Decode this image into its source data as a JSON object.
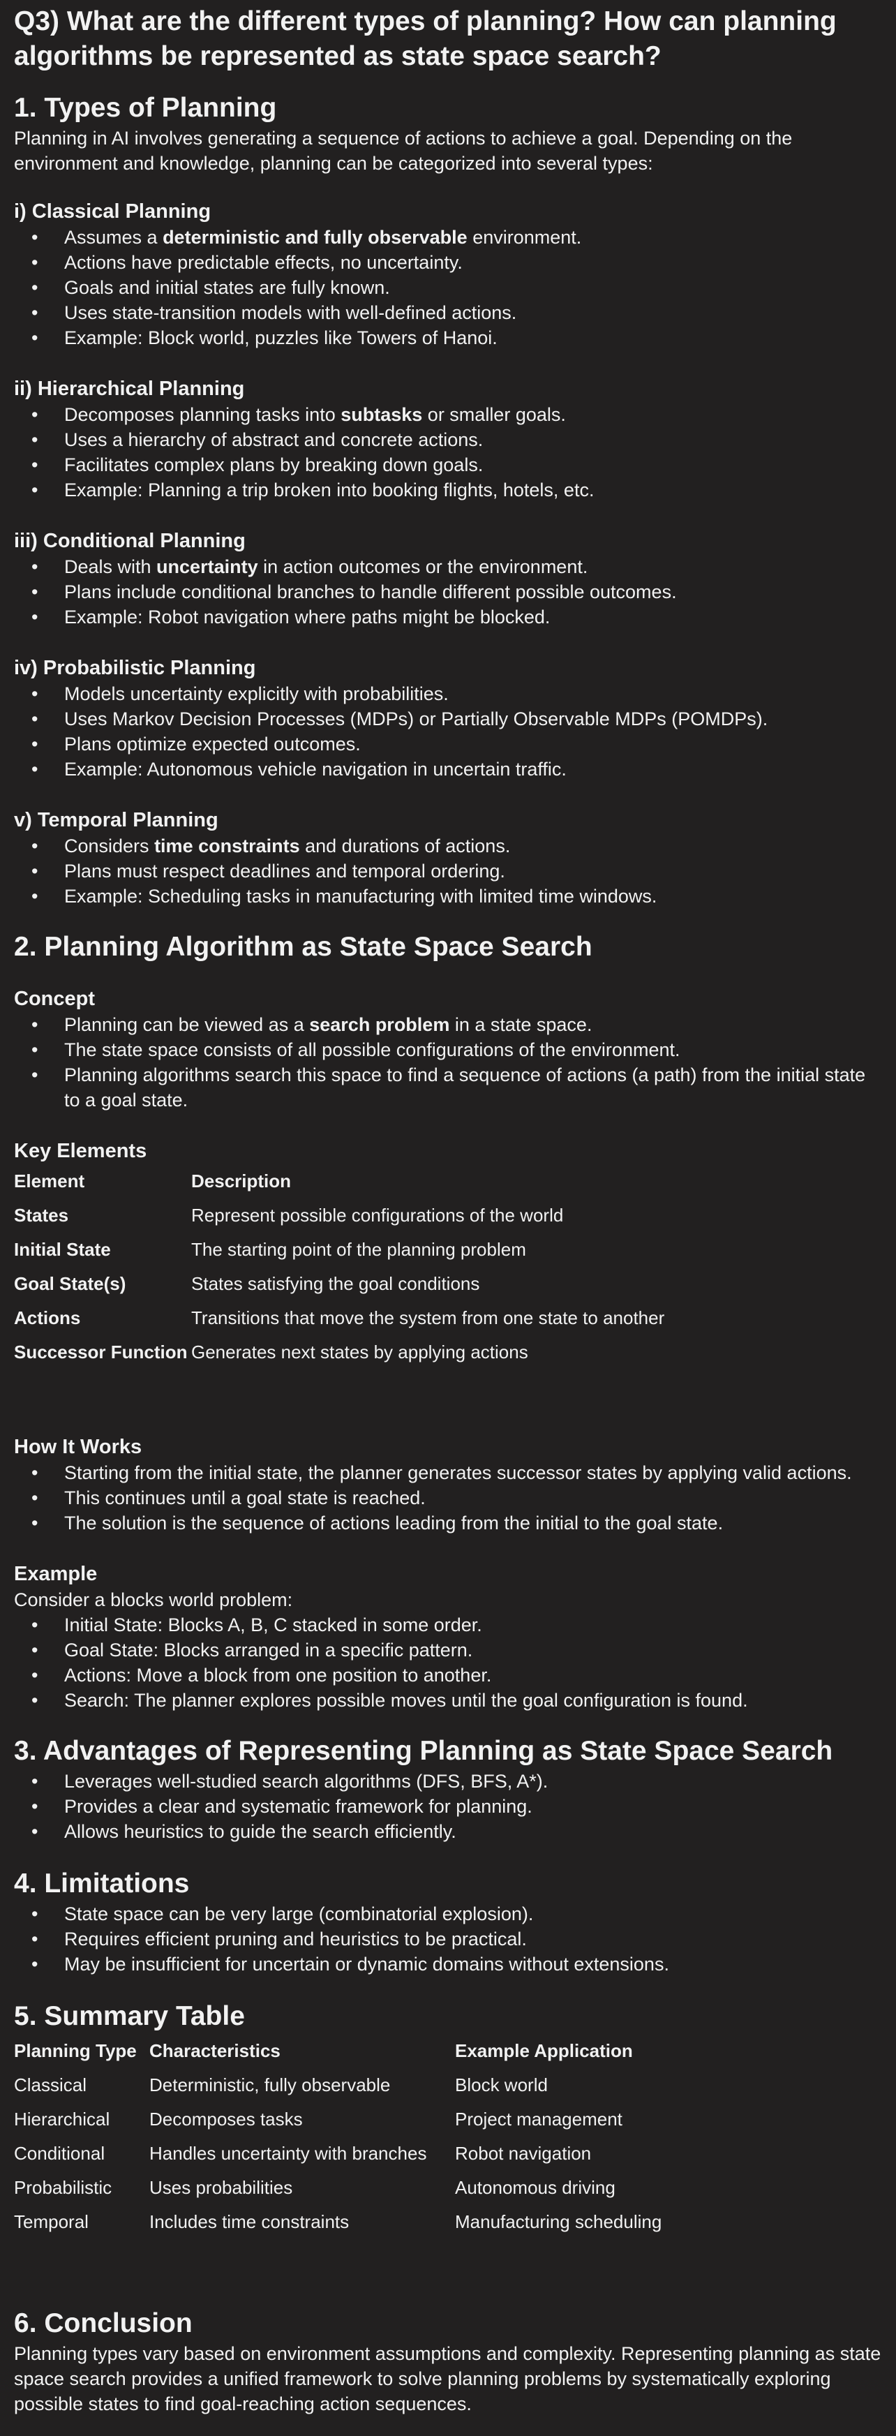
{
  "question": "Q3) What are the different types of planning? How can planning algorithms be represented as state space search?",
  "section1": {
    "heading": "1. Types of Planning",
    "intro": "Planning in AI involves generating a sequence of actions to achieve a goal. Depending on the environment and knowledge, planning can be categorized into several types:",
    "types": [
      {
        "heading": "i) Classical Planning",
        "bullets": [
          {
            "pre": "Assumes a ",
            "bold": "deterministic and fully observable",
            "post": " environment."
          },
          {
            "pre": "Actions have predictable effects, no uncertainty.",
            "bold": "",
            "post": ""
          },
          {
            "pre": "Goals and initial states are fully known.",
            "bold": "",
            "post": ""
          },
          {
            "pre": "Uses state-transition models with well-defined actions.",
            "bold": "",
            "post": ""
          },
          {
            "pre": "Example: Block world, puzzles like Towers of Hanoi.",
            "bold": "",
            "post": ""
          }
        ]
      },
      {
        "heading": "ii) Hierarchical Planning",
        "bullets": [
          {
            "pre": "Decomposes planning tasks into ",
            "bold": "subtasks",
            "post": " or smaller goals."
          },
          {
            "pre": "Uses a hierarchy of abstract and concrete actions.",
            "bold": "",
            "post": ""
          },
          {
            "pre": "Facilitates complex plans by breaking down goals.",
            "bold": "",
            "post": ""
          },
          {
            "pre": "Example: Planning a trip broken into booking flights, hotels, etc.",
            "bold": "",
            "post": ""
          }
        ]
      },
      {
        "heading": "iii) Conditional Planning",
        "bullets": [
          {
            "pre": "Deals with ",
            "bold": "uncertainty",
            "post": " in action outcomes or the environment."
          },
          {
            "pre": "Plans include conditional branches to handle different possible outcomes.",
            "bold": "",
            "post": ""
          },
          {
            "pre": "Example: Robot navigation where paths might be blocked.",
            "bold": "",
            "post": ""
          }
        ]
      },
      {
        "heading": "iv) Probabilistic Planning",
        "bullets": [
          {
            "pre": "Models uncertainty explicitly with probabilities.",
            "bold": "",
            "post": ""
          },
          {
            "pre": "Uses Markov Decision Processes (MDPs) or Partially Observable MDPs (POMDPs).",
            "bold": "",
            "post": ""
          },
          {
            "pre": "Plans optimize expected outcomes.",
            "bold": "",
            "post": ""
          },
          {
            "pre": "Example: Autonomous vehicle navigation in uncertain traffic.",
            "bold": "",
            "post": ""
          }
        ]
      },
      {
        "heading": "v) Temporal Planning",
        "bullets": [
          {
            "pre": "Considers ",
            "bold": "time constraints",
            "post": " and durations of actions."
          },
          {
            "pre": "Plans must respect deadlines and temporal ordering.",
            "bold": "",
            "post": ""
          },
          {
            "pre": "Example: Scheduling tasks in manufacturing with limited time windows.",
            "bold": "",
            "post": ""
          }
        ]
      }
    ]
  },
  "section2": {
    "heading": "2. Planning Algorithm as State Space Search",
    "concept": {
      "heading": "Concept",
      "bullets": [
        {
          "pre": "Planning can be viewed as a ",
          "bold": "search problem",
          "post": " in a state space."
        },
        {
          "pre": "The state space consists of all possible configurations of the environment.",
          "bold": "",
          "post": ""
        },
        {
          "pre": "Planning algorithms search this space to find a sequence of actions (a path) from the initial state to a goal state.",
          "bold": "",
          "post": ""
        }
      ]
    },
    "key_elements": {
      "heading": "Key Elements",
      "columns": [
        "Element",
        "Description"
      ],
      "rows": [
        [
          "States",
          "Represent possible configurations of the world"
        ],
        [
          "Initial State",
          "The starting point of the planning problem"
        ],
        [
          "Goal State(s)",
          "States satisfying the goal conditions"
        ],
        [
          "Actions",
          "Transitions that move the system from one state to another"
        ],
        [
          "Successor Function",
          "Generates next states by applying actions"
        ]
      ]
    },
    "how_it_works": {
      "heading": "How It Works",
      "bullets": [
        {
          "pre": "Starting from the initial state, the planner generates successor states by applying valid actions.",
          "bold": "",
          "post": ""
        },
        {
          "pre": "This continues until a goal state is reached.",
          "bold": "",
          "post": ""
        },
        {
          "pre": "The solution is the sequence of actions leading from the initial to the goal state.",
          "bold": "",
          "post": ""
        }
      ]
    },
    "example": {
      "heading": "Example",
      "intro": "Consider a blocks world problem:",
      "bullets": [
        {
          "pre": "Initial State: Blocks A, B, C stacked in some order.",
          "bold": "",
          "post": ""
        },
        {
          "pre": "Goal State: Blocks arranged in a specific pattern.",
          "bold": "",
          "post": ""
        },
        {
          "pre": "Actions: Move a block from one position to another.",
          "bold": "",
          "post": ""
        },
        {
          "pre": "Search: The planner explores possible moves until the goal configuration is found.",
          "bold": "",
          "post": ""
        }
      ]
    }
  },
  "section3": {
    "heading": "3. Advantages of Representing Planning as State Space Search",
    "bullets": [
      {
        "pre": "Leverages well-studied search algorithms (DFS, BFS, A*).",
        "bold": "",
        "post": ""
      },
      {
        "pre": "Provides a clear and systematic framework for planning.",
        "bold": "",
        "post": ""
      },
      {
        "pre": "Allows heuristics to guide the search efficiently.",
        "bold": "",
        "post": ""
      }
    ]
  },
  "section4": {
    "heading": "4. Limitations",
    "bullets": [
      {
        "pre": "State space can be very large (combinatorial explosion).",
        "bold": "",
        "post": ""
      },
      {
        "pre": "Requires efficient pruning and heuristics to be practical.",
        "bold": "",
        "post": ""
      },
      {
        "pre": "May be insufficient for uncertain or dynamic domains without extensions.",
        "bold": "",
        "post": ""
      }
    ]
  },
  "section5": {
    "heading": "5. Summary Table",
    "columns": [
      "Planning Type",
      "Characteristics",
      "Example Application"
    ],
    "rows": [
      [
        "Classical",
        "Deterministic, fully observable",
        "Block world"
      ],
      [
        "Hierarchical",
        "Decomposes tasks",
        "Project management"
      ],
      [
        "Conditional",
        "Handles uncertainty with branches",
        "Robot navigation"
      ],
      [
        "Probabilistic",
        "Uses probabilities",
        "Autonomous driving"
      ],
      [
        "Temporal",
        "Includes time constraints",
        "Manufacturing scheduling"
      ]
    ]
  },
  "section6": {
    "heading": "6. Conclusion",
    "text": "Planning types vary based on environment assumptions and complexity. Representing planning as state space search provides a unified framework to solve planning problems by systematically exploring possible states to find goal-reaching action sequences."
  },
  "bullet_glyph": "•"
}
